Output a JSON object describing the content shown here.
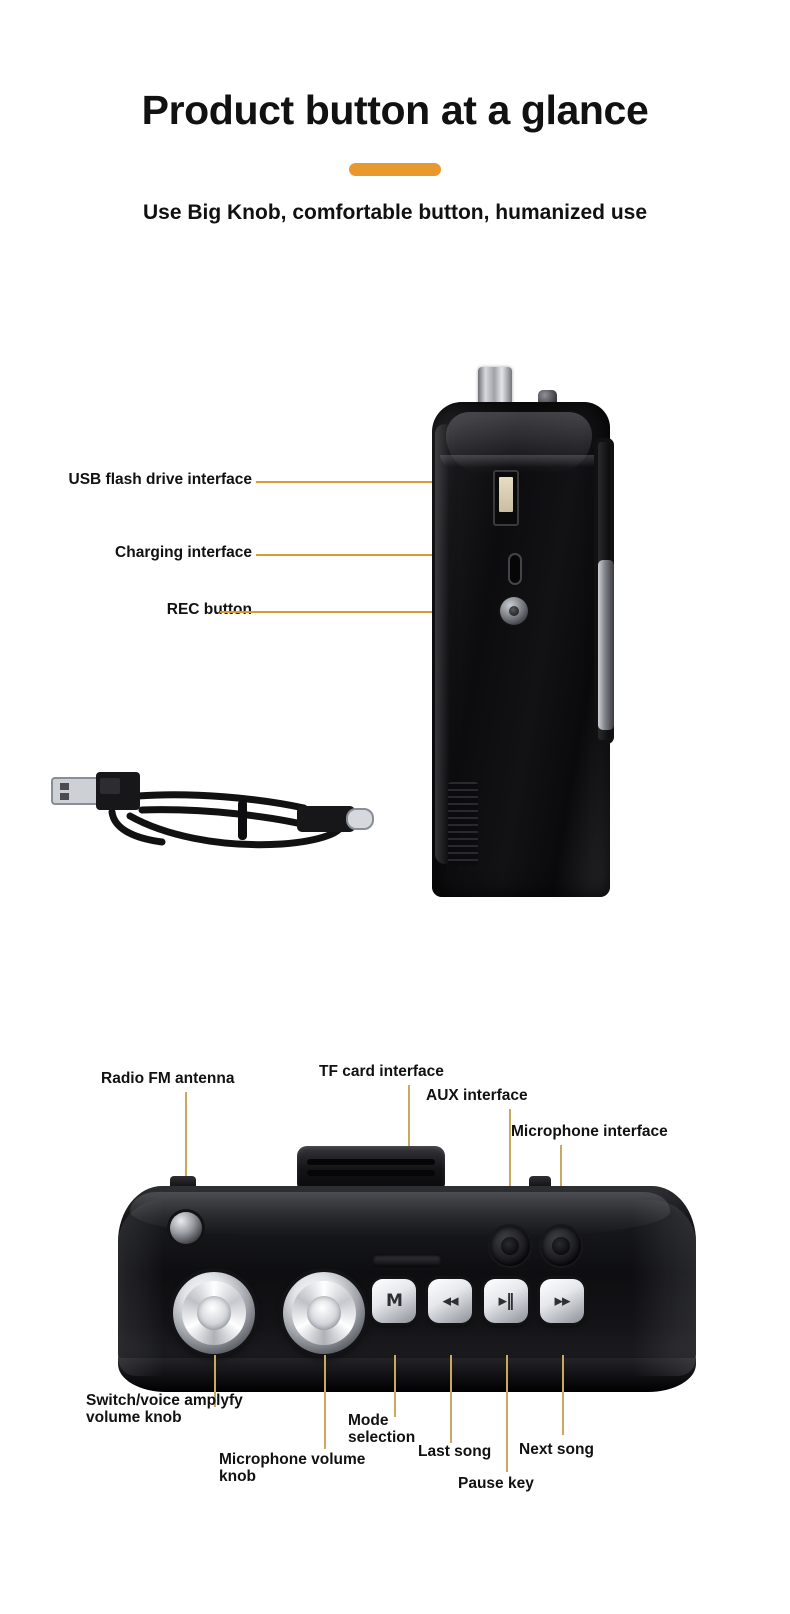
{
  "header": {
    "title": "Product button at a glance",
    "subtitle": "Use Big Knob, comfortable button, humanized use",
    "accent_color": "#e8992e",
    "divider_color": "#e8992e"
  },
  "theme": {
    "background": "#ffffff",
    "text_color": "#111111",
    "leader_line_color": "#c9a860",
    "leader_line_color_top": "#d89b36"
  },
  "side_view": {
    "name": "radio-side-view",
    "callouts": [
      {
        "id": "usb-flash-drive-interface",
        "label": "USB flash drive interface"
      },
      {
        "id": "charging-interface",
        "label": "Charging interface"
      },
      {
        "id": "rec-button",
        "label": "REC button"
      }
    ],
    "parts": {
      "antenna": "telescopic-antenna",
      "strap": "carry-strap",
      "usb_port": "usb-a-port",
      "usbc_port": "usb-c-charging-port",
      "rec_button": "rec-button"
    }
  },
  "accessory": {
    "name": "usb-charging-cable",
    "connector_a": "USB-A",
    "connector_b": "USB-C"
  },
  "top_panel": {
    "name": "radio-top-control-panel",
    "callouts_top": [
      {
        "id": "radio-fm-antenna",
        "label": "Radio FM antenna"
      },
      {
        "id": "tf-card-interface",
        "label": "TF card interface"
      },
      {
        "id": "aux-interface",
        "label": "AUX interface"
      },
      {
        "id": "microphone-interface",
        "label": "Microphone interface"
      }
    ],
    "callouts_bottom": [
      {
        "id": "switch-voice-amplify-volume-knob",
        "label": "Switch/voice amplyfy\nvolume knob"
      },
      {
        "id": "microphone-volume-knob",
        "label": "Microphone volume\nknob"
      },
      {
        "id": "mode-selection",
        "label": "Mode\nselection"
      },
      {
        "id": "last-song",
        "label": "Last song"
      },
      {
        "id": "pause-key",
        "label": "Pause key"
      },
      {
        "id": "next-song",
        "label": "Next song"
      }
    ],
    "buttons": [
      {
        "id": "mode-button",
        "glyph": "M"
      },
      {
        "id": "previous-track-button",
        "glyph": "◂◂"
      },
      {
        "id": "play-pause-button",
        "glyph": "▸‖"
      },
      {
        "id": "next-track-button",
        "glyph": "▸▸"
      }
    ],
    "knobs": [
      {
        "id": "volume-knob-main",
        "label": "Switch/voice amplyfy volume knob"
      },
      {
        "id": "volume-knob-mic",
        "label": "Microphone volume knob"
      }
    ]
  }
}
